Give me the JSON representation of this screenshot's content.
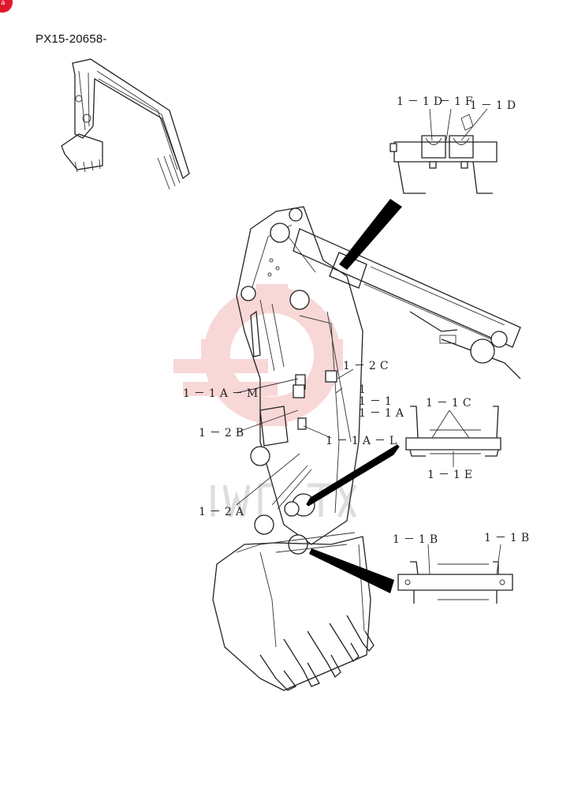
{
  "document": {
    "code": "PX15-20658-",
    "badge_text": "a",
    "accent_color": "#e0182d",
    "watermark_color": "#f4b7b7"
  },
  "callouts": {
    "c_1_1D_left": "1－1D",
    "c_1_1F": "－1F",
    "c_1_1D_right": "1－1D",
    "c_1_2C": "1－2C",
    "c_1_1A_M": "1－1A－M",
    "c_1": "1",
    "c_1_1": "1－1",
    "c_1_1A": "1－1A",
    "c_1_1C": "1－1C",
    "c_1_2B": "1－2B",
    "c_1_1A_L": "1－1A－L",
    "c_1_1E": "1－1E",
    "c_1_2A": "1－2A",
    "c_1_1B_left": "1－1B",
    "c_1_1B_right": "1－1B"
  }
}
